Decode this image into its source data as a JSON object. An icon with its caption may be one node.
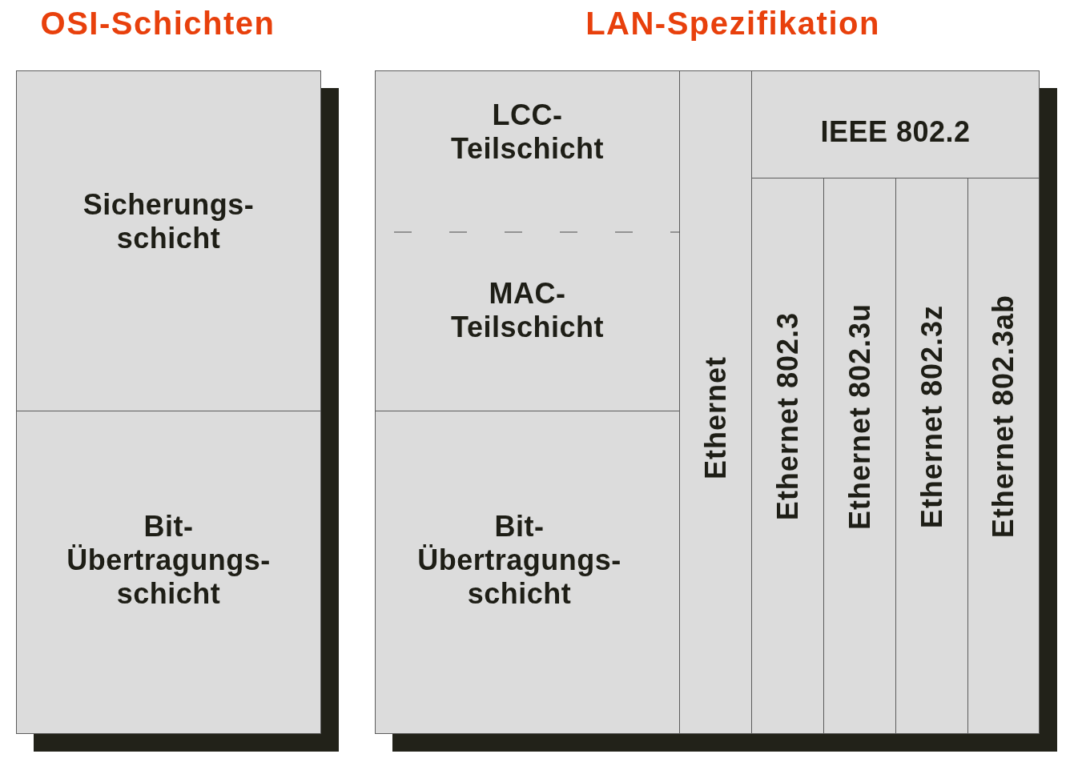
{
  "diagram": {
    "nodes": [
      {
        "text": [
          "OSI-Schichten"
        ]
      },
      {
        "text": [
          "Sicherungs- schicht"
        ],
        "in": 0
      },
      {
        "text": [
          "Bit- Übertragungs- schicht"
        ],
        "in": 0
      },
      {
        "text": [
          "LAN-Spezifikation"
        ]
      },
      {
        "text": [
          "LCC- Teilschicht"
        ],
        "in": 3
      },
      {
        "text": [
          "MAC- Teilschicht"
        ],
        "in": 3
      },
      {
        "text": [
          "Bit- Übertragungs- schicht"
        ],
        "in": 3
      },
      {
        "text": [
          "Ethernet"
        ],
        "in": 3
      },
      {
        "text": [
          "IEEE 802.2"
        ],
        "in": 3
      },
      {
        "text": [
          "Ethernet 802.3"
        ],
        "in": 3
      },
      {
        "text": [
          "Ethernet 802.3u"
        ],
        "in": 3
      },
      {
        "text": [
          "Ethernet 802.3z"
        ],
        "in": 3
      },
      {
        "text": [
          "Ethernet 802.3ab"
        ],
        "in": 3
      }
    ]
  }
}
